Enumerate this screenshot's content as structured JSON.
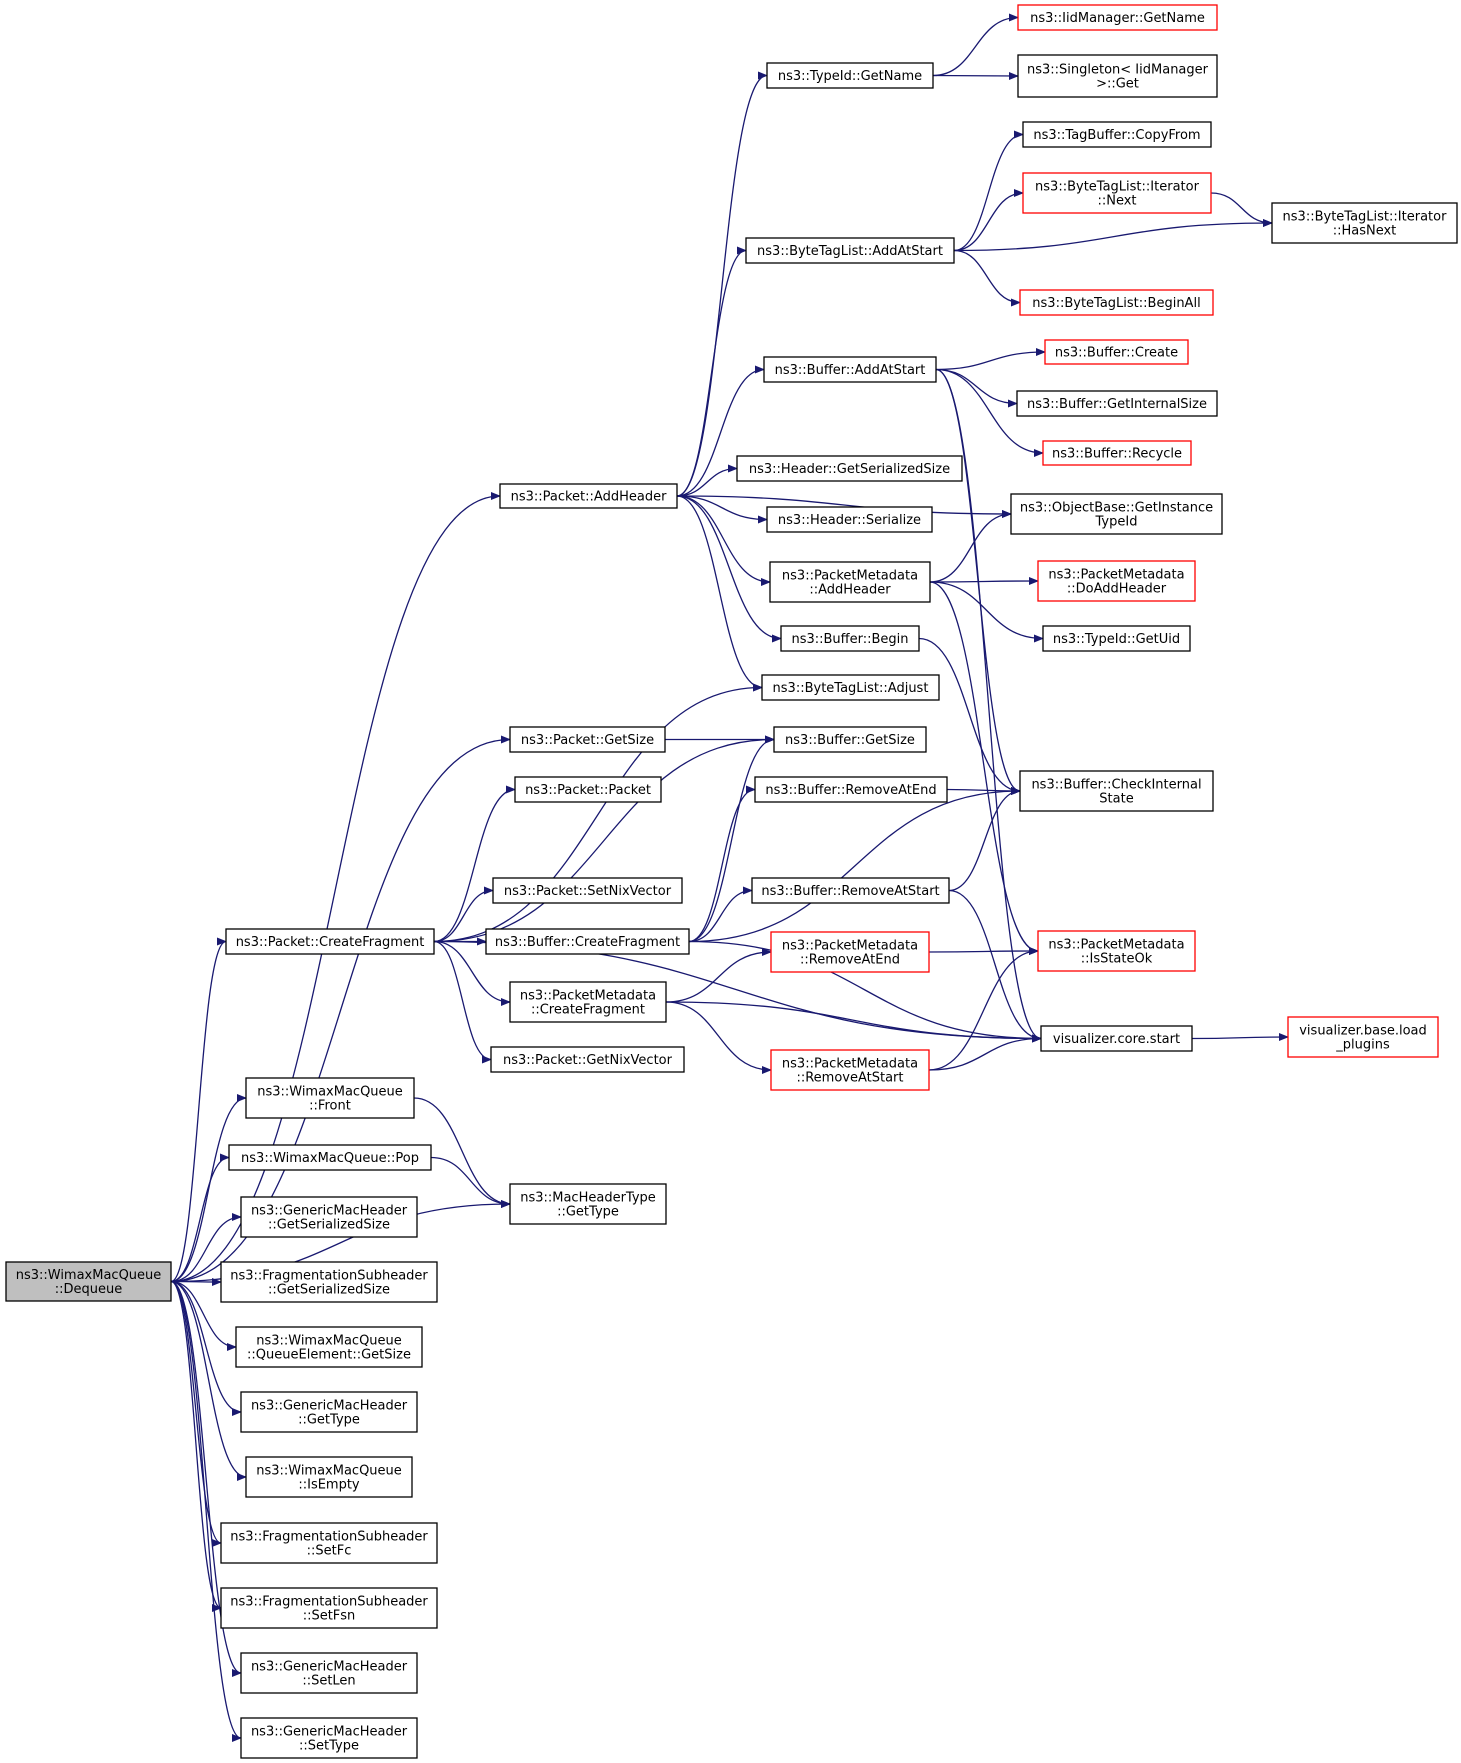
{
  "colors": {
    "edge": "#191970",
    "node_border": "#000000",
    "node_border_external": "#ff0000",
    "root_fill": "#bfbfbf",
    "node_fill": "#ffffff"
  },
  "nodes": [
    {
      "id": "dequeue",
      "lines": [
        "ns3::WimaxMacQueue",
        "::Dequeue"
      ],
      "kind": "root"
    },
    {
      "id": "addHeader",
      "lines": [
        "ns3::Packet::AddHeader"
      ],
      "kind": "normal"
    },
    {
      "id": "typeIdGetName",
      "lines": [
        "ns3::TypeId::GetName"
      ],
      "kind": "normal"
    },
    {
      "id": "iidGetName",
      "lines": [
        "ns3::IidManager::GetName"
      ],
      "kind": "external"
    },
    {
      "id": "singletonGet",
      "lines": [
        "ns3::Singleton< IidManager",
        ">::Get"
      ],
      "kind": "normal"
    },
    {
      "id": "tagCopyFrom",
      "lines": [
        "ns3::TagBuffer::CopyFrom"
      ],
      "kind": "normal"
    },
    {
      "id": "btlNext",
      "lines": [
        "ns3::ByteTagList::Iterator",
        "::Next"
      ],
      "kind": "external"
    },
    {
      "id": "btlHasNext",
      "lines": [
        "ns3::ByteTagList::Iterator",
        "::HasNext"
      ],
      "kind": "normal"
    },
    {
      "id": "btlAddAtStart",
      "lines": [
        "ns3::ByteTagList::AddAtStart"
      ],
      "kind": "normal"
    },
    {
      "id": "btlBeginAll",
      "lines": [
        "ns3::ByteTagList::BeginAll"
      ],
      "kind": "external"
    },
    {
      "id": "bufAddAtStart",
      "lines": [
        "ns3::Buffer::AddAtStart"
      ],
      "kind": "normal"
    },
    {
      "id": "bufCreate",
      "lines": [
        "ns3::Buffer::Create"
      ],
      "kind": "external"
    },
    {
      "id": "bufGetInternalSize",
      "lines": [
        "ns3::Buffer::GetInternalSize"
      ],
      "kind": "normal"
    },
    {
      "id": "bufRecycle",
      "lines": [
        "ns3::Buffer::Recycle"
      ],
      "kind": "external"
    },
    {
      "id": "hdrGetSerSize",
      "lines": [
        "ns3::Header::GetSerializedSize"
      ],
      "kind": "normal"
    },
    {
      "id": "objGetInstance",
      "lines": [
        "ns3::ObjectBase::GetInstance",
        "TypeId"
      ],
      "kind": "normal"
    },
    {
      "id": "hdrSerialize",
      "lines": [
        "ns3::Header::Serialize"
      ],
      "kind": "normal"
    },
    {
      "id": "pmAddHeader",
      "lines": [
        "ns3::PacketMetadata",
        "::AddHeader"
      ],
      "kind": "normal"
    },
    {
      "id": "pmDoAddHeader",
      "lines": [
        "ns3::PacketMetadata",
        "::DoAddHeader"
      ],
      "kind": "external"
    },
    {
      "id": "bufBegin",
      "lines": [
        "ns3::Buffer::Begin"
      ],
      "kind": "normal"
    },
    {
      "id": "typeIdGetUid",
      "lines": [
        "ns3::TypeId::GetUid"
      ],
      "kind": "normal"
    },
    {
      "id": "btlAdjust",
      "lines": [
        "ns3::ByteTagList::Adjust"
      ],
      "kind": "normal"
    },
    {
      "id": "pktGetSize",
      "lines": [
        "ns3::Packet::GetSize"
      ],
      "kind": "normal"
    },
    {
      "id": "bufGetSize",
      "lines": [
        "ns3::Buffer::GetSize"
      ],
      "kind": "normal"
    },
    {
      "id": "pktPacket",
      "lines": [
        "ns3::Packet::Packet"
      ],
      "kind": "normal"
    },
    {
      "id": "bufRemoveAtEnd",
      "lines": [
        "ns3::Buffer::RemoveAtEnd"
      ],
      "kind": "normal"
    },
    {
      "id": "bufCheckInternal",
      "lines": [
        "ns3::Buffer::CheckInternal",
        "State"
      ],
      "kind": "normal"
    },
    {
      "id": "pktSetNix",
      "lines": [
        "ns3::Packet::SetNixVector"
      ],
      "kind": "normal"
    },
    {
      "id": "bufRemoveAtStart",
      "lines": [
        "ns3::Buffer::RemoveAtStart"
      ],
      "kind": "normal"
    },
    {
      "id": "pktCreateFragment",
      "lines": [
        "ns3::Packet::CreateFragment"
      ],
      "kind": "normal"
    },
    {
      "id": "bufCreateFragment",
      "lines": [
        "ns3::Buffer::CreateFragment"
      ],
      "kind": "normal"
    },
    {
      "id": "pmRemoveAtEnd",
      "lines": [
        "ns3::PacketMetadata",
        "::RemoveAtEnd"
      ],
      "kind": "external"
    },
    {
      "id": "pmIsStateOk",
      "lines": [
        "ns3::PacketMetadata",
        "::IsStateOk"
      ],
      "kind": "external"
    },
    {
      "id": "pmCreateFragment",
      "lines": [
        "ns3::PacketMetadata",
        "::CreateFragment"
      ],
      "kind": "normal"
    },
    {
      "id": "vizStart",
      "lines": [
        "visualizer.core.start"
      ],
      "kind": "normal"
    },
    {
      "id": "vizLoad",
      "lines": [
        "visualizer.base.load",
        "_plugins"
      ],
      "kind": "external"
    },
    {
      "id": "pktGetNix",
      "lines": [
        "ns3::Packet::GetNixVector"
      ],
      "kind": "normal"
    },
    {
      "id": "pmRemoveAtStart",
      "lines": [
        "ns3::PacketMetadata",
        "::RemoveAtStart"
      ],
      "kind": "external"
    },
    {
      "id": "wmqFront",
      "lines": [
        "ns3::WimaxMacQueue",
        "::Front"
      ],
      "kind": "normal"
    },
    {
      "id": "wmqPop",
      "lines": [
        "ns3::WimaxMacQueue::Pop"
      ],
      "kind": "normal"
    },
    {
      "id": "mhtGetType",
      "lines": [
        "ns3::MacHeaderType",
        "::GetType"
      ],
      "kind": "normal"
    },
    {
      "id": "gmhGetSerSize",
      "lines": [
        "ns3::GenericMacHeader",
        "::GetSerializedSize"
      ],
      "kind": "normal"
    },
    {
      "id": "fsGetSerSize",
      "lines": [
        "ns3::FragmentationSubheader",
        "::GetSerializedSize"
      ],
      "kind": "normal"
    },
    {
      "id": "qeGetSize",
      "lines": [
        "ns3::WimaxMacQueue",
        "::QueueElement::GetSize"
      ],
      "kind": "normal"
    },
    {
      "id": "gmhGetType",
      "lines": [
        "ns3::GenericMacHeader",
        "::GetType"
      ],
      "kind": "normal"
    },
    {
      "id": "wmqIsEmpty",
      "lines": [
        "ns3::WimaxMacQueue",
        "::IsEmpty"
      ],
      "kind": "normal"
    },
    {
      "id": "fsSetFc",
      "lines": [
        "ns3::FragmentationSubheader",
        "::SetFc"
      ],
      "kind": "normal"
    },
    {
      "id": "fsSetFsn",
      "lines": [
        "ns3::FragmentationSubheader",
        "::SetFsn"
      ],
      "kind": "normal"
    },
    {
      "id": "gmhSetLen",
      "lines": [
        "ns3::GenericMacHeader",
        "::SetLen"
      ],
      "kind": "normal"
    },
    {
      "id": "gmhSetType",
      "lines": [
        "ns3::GenericMacHeader",
        "::SetType"
      ],
      "kind": "normal"
    }
  ],
  "edges": [
    [
      "dequeue",
      "addHeader"
    ],
    [
      "dequeue",
      "pktCreateFragment"
    ],
    [
      "dequeue",
      "pktGetSize"
    ],
    [
      "dequeue",
      "wmqFront"
    ],
    [
      "dequeue",
      "wmqPop"
    ],
    [
      "dequeue",
      "mhtGetType"
    ],
    [
      "dequeue",
      "gmhGetSerSize"
    ],
    [
      "dequeue",
      "fsGetSerSize"
    ],
    [
      "dequeue",
      "qeGetSize"
    ],
    [
      "dequeue",
      "gmhGetType"
    ],
    [
      "dequeue",
      "wmqIsEmpty"
    ],
    [
      "dequeue",
      "fsSetFc"
    ],
    [
      "dequeue",
      "fsSetFsn"
    ],
    [
      "dequeue",
      "gmhSetLen"
    ],
    [
      "dequeue",
      "gmhSetType"
    ],
    [
      "addHeader",
      "typeIdGetName"
    ],
    [
      "addHeader",
      "btlAddAtStart"
    ],
    [
      "addHeader",
      "bufAddAtStart"
    ],
    [
      "addHeader",
      "objGetInstance"
    ],
    [
      "addHeader",
      "hdrGetSerSize"
    ],
    [
      "addHeader",
      "hdrSerialize"
    ],
    [
      "addHeader",
      "pmAddHeader"
    ],
    [
      "addHeader",
      "bufBegin"
    ],
    [
      "addHeader",
      "btlAdjust"
    ],
    [
      "typeIdGetName",
      "iidGetName"
    ],
    [
      "typeIdGetName",
      "singletonGet"
    ],
    [
      "btlAddAtStart",
      "tagCopyFrom"
    ],
    [
      "btlAddAtStart",
      "btlNext"
    ],
    [
      "btlAddAtStart",
      "btlHasNext"
    ],
    [
      "btlAddAtStart",
      "btlBeginAll"
    ],
    [
      "btlNext",
      "btlHasNext"
    ],
    [
      "bufAddAtStart",
      "bufCreate"
    ],
    [
      "bufAddAtStart",
      "bufGetInternalSize"
    ],
    [
      "bufAddAtStart",
      "bufRecycle"
    ],
    [
      "bufAddAtStart",
      "bufCheckInternal"
    ],
    [
      "bufAddAtStart",
      "vizStart"
    ],
    [
      "pmAddHeader",
      "objGetInstance"
    ],
    [
      "pmAddHeader",
      "pmDoAddHeader"
    ],
    [
      "pmAddHeader",
      "typeIdGetUid"
    ],
    [
      "pmAddHeader",
      "pmIsStateOk"
    ],
    [
      "bufBegin",
      "bufCheckInternal"
    ],
    [
      "pktGetSize",
      "bufGetSize"
    ],
    [
      "pktCreateFragment",
      "btlAdjust"
    ],
    [
      "pktCreateFragment",
      "pktPacket"
    ],
    [
      "pktCreateFragment",
      "pktSetNix"
    ],
    [
      "pktCreateFragment",
      "bufCreateFragment"
    ],
    [
      "pktCreateFragment",
      "pmCreateFragment"
    ],
    [
      "pktCreateFragment",
      "pktGetNix"
    ],
    [
      "pktCreateFragment",
      "bufGetSize"
    ],
    [
      "pktCreateFragment",
      "vizStart"
    ],
    [
      "bufCreateFragment",
      "bufGetSize"
    ],
    [
      "bufCreateFragment",
      "bufRemoveAtEnd"
    ],
    [
      "bufCreateFragment",
      "bufRemoveAtStart"
    ],
    [
      "bufCreateFragment",
      "bufCheckInternal"
    ],
    [
      "bufCreateFragment",
      "vizStart"
    ],
    [
      "bufRemoveAtEnd",
      "bufCheckInternal"
    ],
    [
      "bufRemoveAtStart",
      "bufCheckInternal"
    ],
    [
      "bufRemoveAtStart",
      "vizStart"
    ],
    [
      "pmCreateFragment",
      "pmRemoveAtEnd"
    ],
    [
      "pmCreateFragment",
      "pmRemoveAtStart"
    ],
    [
      "pmCreateFragment",
      "vizStart"
    ],
    [
      "pmRemoveAtEnd",
      "pmIsStateOk"
    ],
    [
      "pmRemoveAtStart",
      "pmIsStateOk"
    ],
    [
      "pmRemoveAtStart",
      "vizStart"
    ],
    [
      "vizStart",
      "vizLoad"
    ],
    [
      "wmqFront",
      "mhtGetType"
    ],
    [
      "wmqPop",
      "mhtGetType"
    ]
  ]
}
